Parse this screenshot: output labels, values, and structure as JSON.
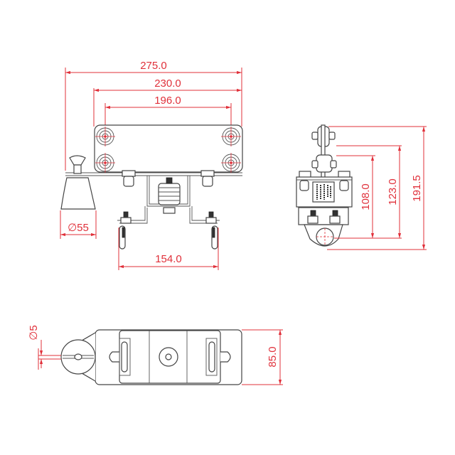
{
  "drawing": {
    "type": "technical dimension drawing",
    "units": "mm",
    "dimension_color": "#e0303a",
    "line_color": "#444444"
  },
  "views": {
    "front": {
      "dims": {
        "overall_width": "275.0",
        "plate_width": "230.0",
        "hole_spacing": "196.0",
        "bracket_width": "154.0",
        "insulator_diameter": "∅55"
      }
    },
    "side": {
      "dims": {
        "height_small": "108.0",
        "height_mid": "123.0",
        "height_total": "191.5"
      }
    },
    "bottom": {
      "dims": {
        "hole_diameter": "∅5",
        "depth": "85.0"
      }
    }
  }
}
